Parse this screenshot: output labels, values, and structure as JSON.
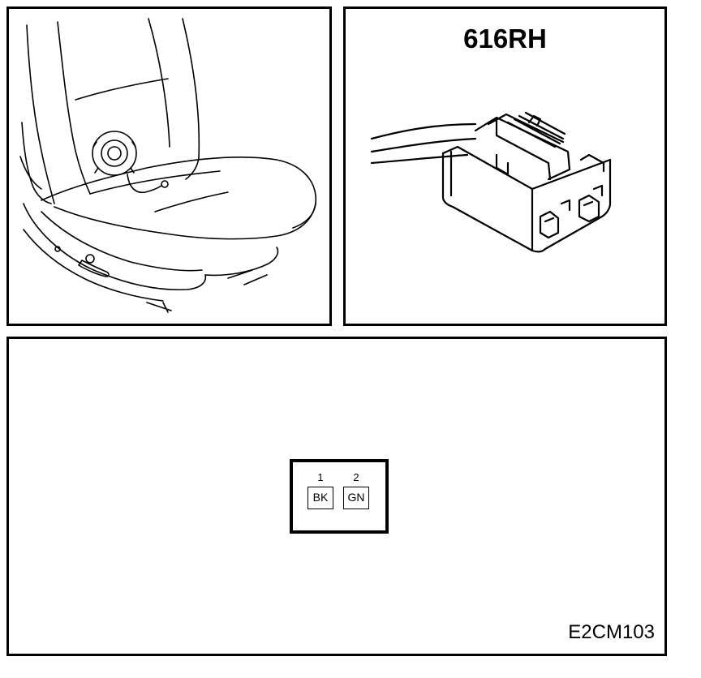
{
  "seat_view": {
    "description_icon": "car-seat-location-icon"
  },
  "connector_view": {
    "code": "616RH",
    "icon": "two-pin-connector-icon"
  },
  "pinout": {
    "pins": [
      {
        "number": "1",
        "wire_color": "BK"
      },
      {
        "number": "2",
        "wire_color": "GN"
      }
    ]
  },
  "figure_id": "E2CM103"
}
